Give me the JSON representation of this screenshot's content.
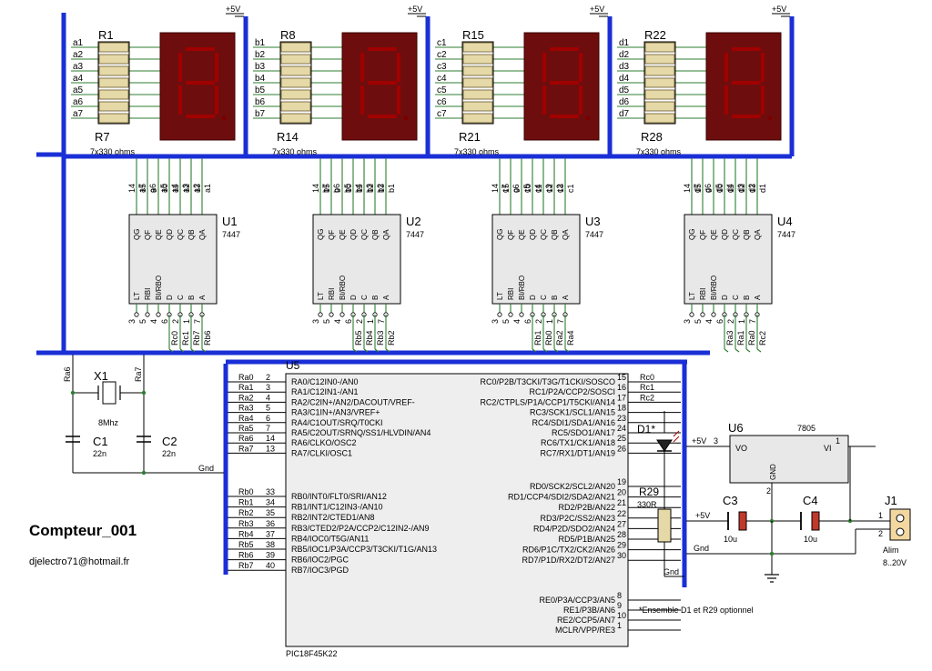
{
  "title": "Compteur_001",
  "email": "djelectro71@hotmail.fr",
  "supply": "+5V",
  "gnd": "Gnd",
  "colors": {
    "bus": "#1a2fd6",
    "wire": "#2e7d32",
    "ic_fill": "#e8e8e8",
    "seg_on": "#a00000",
    "seg_off": "#7a0000",
    "body": "#6e0d0d"
  },
  "digits": [
    {
      "r_top": "R1",
      "r_bottom": "R7",
      "value": "7x330 ohms",
      "pins": [
        "a1",
        "a2",
        "a3",
        "a4",
        "a5",
        "a6",
        "a7"
      ],
      "u": "U1",
      "type": "7447",
      "top_nums": [
        "14",
        "15",
        "9",
        "10",
        "11",
        "12",
        "13"
      ],
      "top_sigs": [
        "a7",
        "a6",
        "a5",
        "a4",
        "a3",
        "a2",
        "a1"
      ],
      "bot_nums": [
        "3",
        "5",
        "4",
        "6",
        "2",
        "1",
        "7"
      ],
      "bot_sigs": [
        "Rc0",
        "Rc1",
        "Rb7",
        "Rb6"
      ]
    },
    {
      "r_top": "R8",
      "r_bottom": "R14",
      "value": "7x330 ohms",
      "pins": [
        "b1",
        "b2",
        "b3",
        "b4",
        "b5",
        "b6",
        "b7"
      ],
      "u": "U2",
      "type": "7447",
      "top_nums": [
        "14",
        "15",
        "9",
        "10",
        "11",
        "12",
        "13"
      ],
      "top_sigs": [
        "b7",
        "b6",
        "b5",
        "b4",
        "b3",
        "b2",
        "b1"
      ],
      "bot_nums": [
        "3",
        "5",
        "4",
        "6",
        "2",
        "1",
        "7"
      ],
      "bot_sigs": [
        "Rb5",
        "Rb4",
        "Rb3",
        "Rb2"
      ]
    },
    {
      "r_top": "R15",
      "r_bottom": "R21",
      "value": "7x330 ohms",
      "pins": [
        "c1",
        "c2",
        "c3",
        "c4",
        "c5",
        "c6",
        "c7"
      ],
      "u": "U3",
      "type": "7447",
      "top_nums": [
        "14",
        "15",
        "9",
        "10",
        "11",
        "12",
        "13"
      ],
      "top_sigs": [
        "c7",
        "c6",
        "c5",
        "c4",
        "c3",
        "c2",
        "c1"
      ],
      "bot_nums": [
        "3",
        "5",
        "4",
        "6",
        "2",
        "1",
        "7"
      ],
      "bot_sigs": [
        "Rb1",
        "Rb0",
        "Ra2",
        "Ra4"
      ]
    },
    {
      "r_top": "R22",
      "r_bottom": "R28",
      "value": "7x330 ohms",
      "pins": [
        "d1",
        "d2",
        "d3",
        "d4",
        "d5",
        "d6",
        "d7"
      ],
      "u": "U4",
      "type": "7447",
      "top_nums": [
        "14",
        "15",
        "9",
        "10",
        "11",
        "12",
        "13"
      ],
      "top_sigs": [
        "d7",
        "d6",
        "d5",
        "d4",
        "d3",
        "d2",
        "d1"
      ],
      "bot_nums": [
        "3",
        "5",
        "4",
        "6",
        "2",
        "1",
        "7"
      ],
      "bot_sigs": [
        "Ra3",
        "Ra1",
        "Ra0",
        "Rc2"
      ]
    }
  ],
  "dec_top_pins": [
    "QG",
    "QF",
    "QE",
    "QD",
    "QC",
    "QB",
    "QA"
  ],
  "dec_bot_pins": [
    "LT",
    "RBI",
    "BI/RBO",
    "D",
    "C",
    "B",
    "A"
  ],
  "mcu": {
    "ref": "U5",
    "part": "PIC18F45K22",
    "left": [
      {
        "net": "Ra0",
        "num": "2",
        "name": "RA0/C12IN0-/AN0"
      },
      {
        "net": "Ra1",
        "num": "3",
        "name": "RA1/C12IN1-/AN1"
      },
      {
        "net": "Ra2",
        "num": "4",
        "name": "RA2/C2IN+/AN2/DACOUT/VREF-"
      },
      {
        "net": "Ra3",
        "num": "5",
        "name": "RA3/C1IN+/AN3/VREF+"
      },
      {
        "net": "Ra4",
        "num": "6",
        "name": "RA4/C1OUT/SRQ/T0CKI"
      },
      {
        "net": "Ra5",
        "num": "7",
        "name": "RA5/C2OUT/SRNQ/SS1/HLVDIN/AN4"
      },
      {
        "net": "Ra6",
        "num": "14",
        "name": "RA6/CLKO/OSC2"
      },
      {
        "net": "Ra7",
        "num": "13",
        "name": "RA7/CLKI/OSC1"
      },
      {
        "net": "Rb0",
        "num": "33",
        "name": "RB0/INT0/FLT0/SRI/AN12"
      },
      {
        "net": "Rb1",
        "num": "34",
        "name": "RB1/INT1/C12IN3-/AN10"
      },
      {
        "net": "Rb2",
        "num": "35",
        "name": "RB2/INT2/CTED1/AN8"
      },
      {
        "net": "Rb3",
        "num": "36",
        "name": "RB3/CTED2/P2A/CCP2/C12IN2-/AN9"
      },
      {
        "net": "Rb4",
        "num": "37",
        "name": "RB4/IOC0/T5G/AN11"
      },
      {
        "net": "Rb5",
        "num": "38",
        "name": "RB5/IOC1/P3A/CCP3/T3CKI/T1G/AN13"
      },
      {
        "net": "Rb6",
        "num": "39",
        "name": "RB6/IOC2/PGC"
      },
      {
        "net": "Rb7",
        "num": "40",
        "name": "RB7/IOC3/PGD"
      }
    ],
    "right": [
      {
        "net": "Rc0",
        "num": "15",
        "name": "RC0/P2B/T3CKI/T3G/T1CKI/SOSCO"
      },
      {
        "net": "Rc1",
        "num": "16",
        "name": "RC1/P2A/CCP2/SOSCI"
      },
      {
        "net": "Rc2",
        "num": "17",
        "name": "RC2/CTPLS/P1A/CCP1/T5CKI/AN14"
      },
      {
        "net": "",
        "num": "18",
        "name": "RC3/SCK1/SCL1/AN15"
      },
      {
        "net": "",
        "num": "23",
        "name": "RC4/SDI1/SDA1/AN16"
      },
      {
        "net": "",
        "num": "24",
        "name": "RC5/SDO1/AN17"
      },
      {
        "net": "",
        "num": "25",
        "name": "RC6/TX1/CK1/AN18"
      },
      {
        "net": "",
        "num": "26",
        "name": "RC7/RX1/DT1/AN19"
      },
      {
        "net": "",
        "num": "19",
        "name": "RD0/SCK2/SCL2/AN20"
      },
      {
        "net": "",
        "num": "20",
        "name": "RD1/CCP4/SDI2/SDA2/AN21"
      },
      {
        "net": "",
        "num": "21",
        "name": "RD2/P2B/AN22"
      },
      {
        "net": "",
        "num": "22",
        "name": "RD3/P2C/SS2/AN23"
      },
      {
        "net": "",
        "num": "27",
        "name": "RD4/P2D/SDO2/AN24"
      },
      {
        "net": "",
        "num": "28",
        "name": "RD5/P1B/AN25"
      },
      {
        "net": "",
        "num": "29",
        "name": "RD6/P1C/TX2/CK2/AN26"
      },
      {
        "net": "",
        "num": "30",
        "name": "RD7/P1D/RX2/DT2/AN27"
      },
      {
        "net": "",
        "num": "8",
        "name": "RE0/P3A/CCP3/AN5"
      },
      {
        "net": "",
        "num": "9",
        "name": "RE1/P3B/AN6"
      },
      {
        "net": "",
        "num": "10",
        "name": "RE2/CCP5/AN7"
      },
      {
        "net": "",
        "num": "1",
        "name": "MCLR/VPP/RE3"
      }
    ]
  },
  "osc": {
    "x1": "X1",
    "freq": "8Mhz",
    "c1": "C1",
    "c1v": "22n",
    "c2": "C2",
    "c2v": "22n",
    "ra6": "Ra6",
    "ra7": "Ra7"
  },
  "power": {
    "d1": "D1*",
    "r29": "R29",
    "r29v": "330R",
    "note": "*Ensemble D1 et R29 optionnel",
    "u6": "U6",
    "u6type": "7805",
    "vo": "VO",
    "vi": "VI",
    "gndpin": "GND",
    "p3": "3",
    "p1": "1",
    "p2": "2",
    "c3": "C3",
    "c3v": "10u",
    "c4": "C4",
    "c4v": "10u",
    "j1": "J1",
    "j1a": "Alim",
    "j1b": "8..20V",
    "j1p1": "1",
    "j1p2": "2"
  }
}
